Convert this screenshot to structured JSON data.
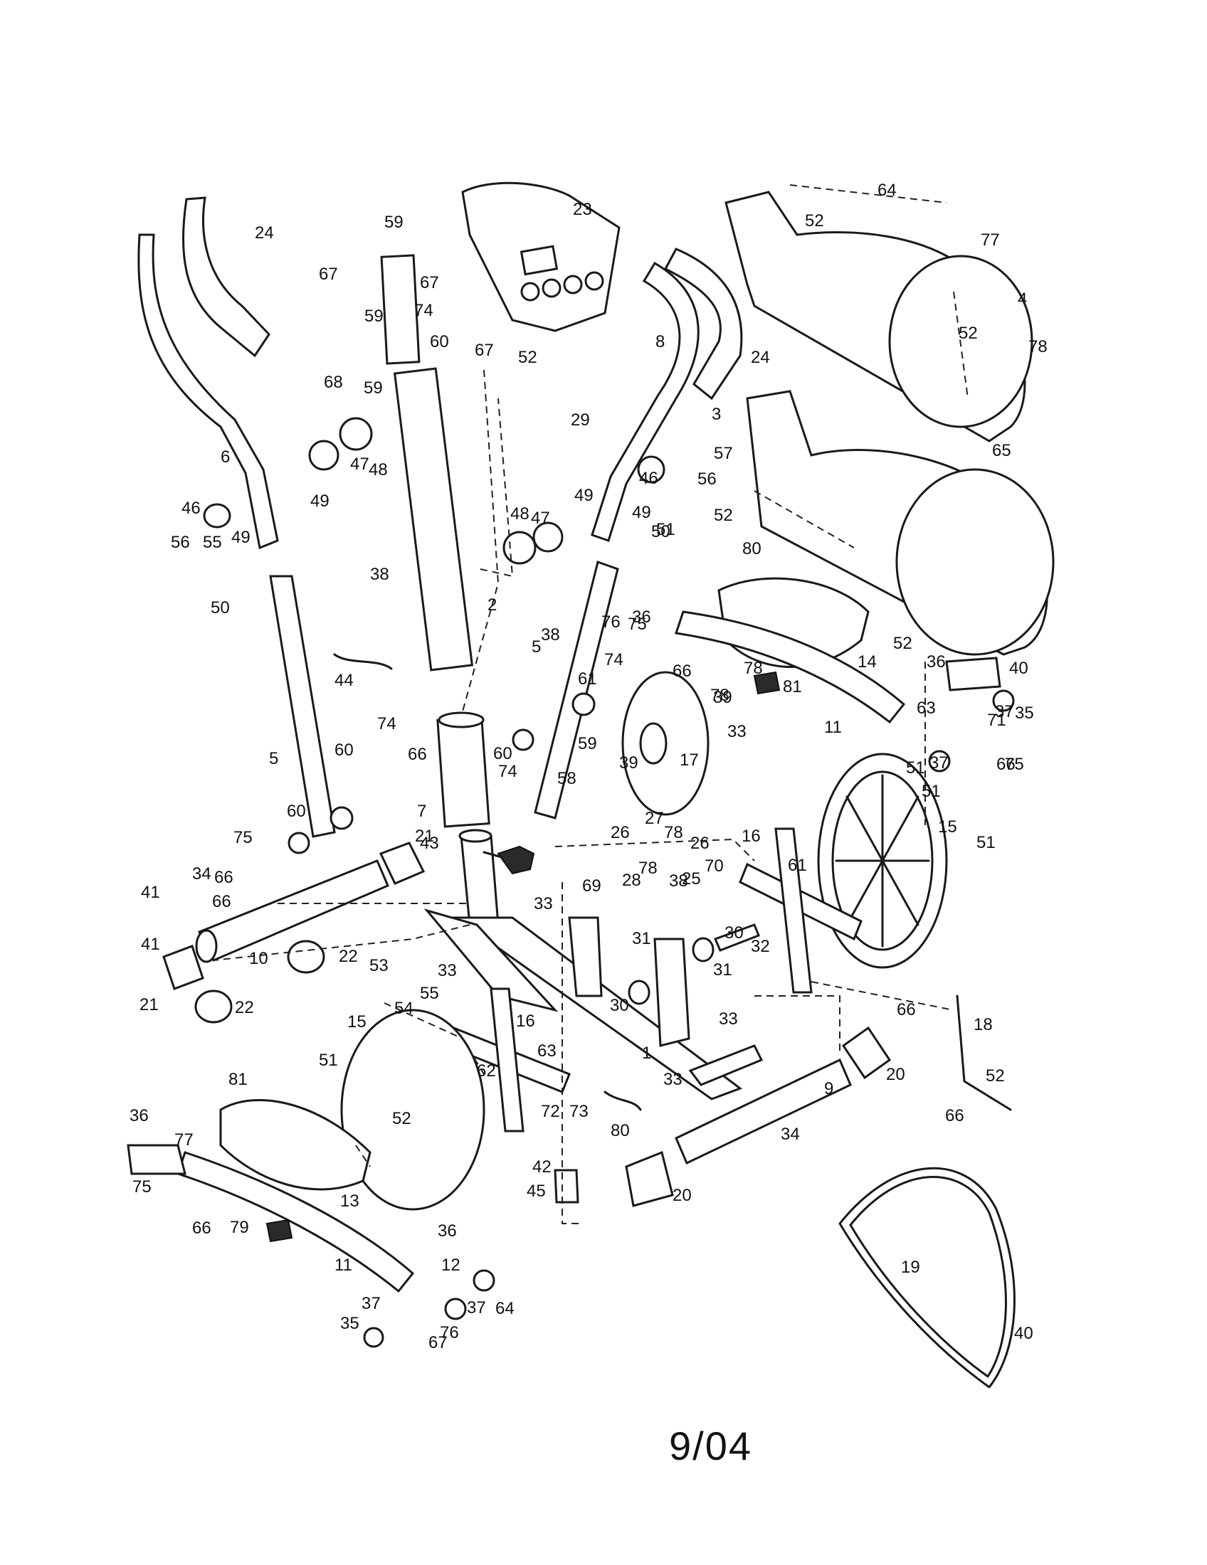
{
  "footer": {
    "date": "9/04"
  },
  "callouts": [
    {
      "n": "1"
    },
    {
      "n": "2"
    },
    {
      "n": "3"
    },
    {
      "n": "4"
    },
    {
      "n": "5"
    },
    {
      "n": "5"
    },
    {
      "n": "6"
    },
    {
      "n": "7"
    },
    {
      "n": "8"
    },
    {
      "n": "9"
    },
    {
      "n": "10"
    },
    {
      "n": "11"
    },
    {
      "n": "11"
    },
    {
      "n": "12"
    },
    {
      "n": "13"
    },
    {
      "n": "14"
    },
    {
      "n": "15"
    },
    {
      "n": "15"
    },
    {
      "n": "16"
    },
    {
      "n": "16"
    },
    {
      "n": "17"
    },
    {
      "n": "18"
    },
    {
      "n": "19"
    },
    {
      "n": "20"
    },
    {
      "n": "20"
    },
    {
      "n": "21"
    },
    {
      "n": "21"
    },
    {
      "n": "22"
    },
    {
      "n": "22"
    },
    {
      "n": "23"
    },
    {
      "n": "24"
    },
    {
      "n": "24"
    },
    {
      "n": "25"
    },
    {
      "n": "26"
    },
    {
      "n": "26"
    },
    {
      "n": "27"
    },
    {
      "n": "28"
    },
    {
      "n": "29"
    },
    {
      "n": "30"
    },
    {
      "n": "30"
    },
    {
      "n": "31"
    },
    {
      "n": "31"
    },
    {
      "n": "32"
    },
    {
      "n": "33"
    },
    {
      "n": "33"
    },
    {
      "n": "33"
    },
    {
      "n": "33"
    },
    {
      "n": "33"
    },
    {
      "n": "34"
    },
    {
      "n": "34"
    },
    {
      "n": "35"
    },
    {
      "n": "35"
    },
    {
      "n": "36"
    },
    {
      "n": "36"
    },
    {
      "n": "36"
    },
    {
      "n": "36"
    },
    {
      "n": "37"
    },
    {
      "n": "37"
    },
    {
      "n": "37"
    },
    {
      "n": "37"
    },
    {
      "n": "38"
    },
    {
      "n": "38"
    },
    {
      "n": "38"
    },
    {
      "n": "39"
    },
    {
      "n": "39"
    },
    {
      "n": "40"
    },
    {
      "n": "40"
    },
    {
      "n": "41"
    },
    {
      "n": "41"
    },
    {
      "n": "42"
    },
    {
      "n": "43"
    },
    {
      "n": "44"
    },
    {
      "n": "45"
    },
    {
      "n": "46"
    },
    {
      "n": "46"
    },
    {
      "n": "47"
    },
    {
      "n": "47"
    },
    {
      "n": "48"
    },
    {
      "n": "48"
    },
    {
      "n": "49"
    },
    {
      "n": "49"
    },
    {
      "n": "49"
    },
    {
      "n": "49"
    },
    {
      "n": "50"
    },
    {
      "n": "50"
    },
    {
      "n": "51"
    },
    {
      "n": "51"
    },
    {
      "n": "51"
    },
    {
      "n": "51"
    },
    {
      "n": "51"
    },
    {
      "n": "52"
    },
    {
      "n": "52"
    },
    {
      "n": "52"
    },
    {
      "n": "52"
    },
    {
      "n": "52"
    },
    {
      "n": "52"
    },
    {
      "n": "52"
    },
    {
      "n": "53"
    },
    {
      "n": "54"
    },
    {
      "n": "55"
    },
    {
      "n": "55"
    },
    {
      "n": "56"
    },
    {
      "n": "56"
    },
    {
      "n": "57"
    },
    {
      "n": "58"
    },
    {
      "n": "59"
    },
    {
      "n": "59"
    },
    {
      "n": "59"
    },
    {
      "n": "59"
    },
    {
      "n": "60"
    },
    {
      "n": "60"
    },
    {
      "n": "60"
    },
    {
      "n": "60"
    },
    {
      "n": "61"
    },
    {
      "n": "61"
    },
    {
      "n": "62"
    },
    {
      "n": "63"
    },
    {
      "n": "63"
    },
    {
      "n": "64"
    },
    {
      "n": "64"
    },
    {
      "n": "65"
    },
    {
      "n": "66"
    },
    {
      "n": "66"
    },
    {
      "n": "66"
    },
    {
      "n": "66"
    },
    {
      "n": "66"
    },
    {
      "n": "66"
    },
    {
      "n": "66"
    },
    {
      "n": "66"
    },
    {
      "n": "67"
    },
    {
      "n": "67"
    },
    {
      "n": "67"
    },
    {
      "n": "67"
    },
    {
      "n": "68"
    },
    {
      "n": "69"
    },
    {
      "n": "70"
    },
    {
      "n": "71"
    },
    {
      "n": "72"
    },
    {
      "n": "73"
    },
    {
      "n": "74"
    },
    {
      "n": "74"
    },
    {
      "n": "74"
    },
    {
      "n": "74"
    },
    {
      "n": "75"
    },
    {
      "n": "75"
    },
    {
      "n": "75"
    },
    {
      "n": "75"
    },
    {
      "n": "76"
    },
    {
      "n": "76"
    },
    {
      "n": "77"
    },
    {
      "n": "77"
    },
    {
      "n": "78"
    },
    {
      "n": "78"
    },
    {
      "n": "78"
    },
    {
      "n": "78"
    },
    {
      "n": "78"
    },
    {
      "n": "79"
    },
    {
      "n": "80"
    },
    {
      "n": "80"
    },
    {
      "n": "81"
    },
    {
      "n": "81"
    }
  ]
}
